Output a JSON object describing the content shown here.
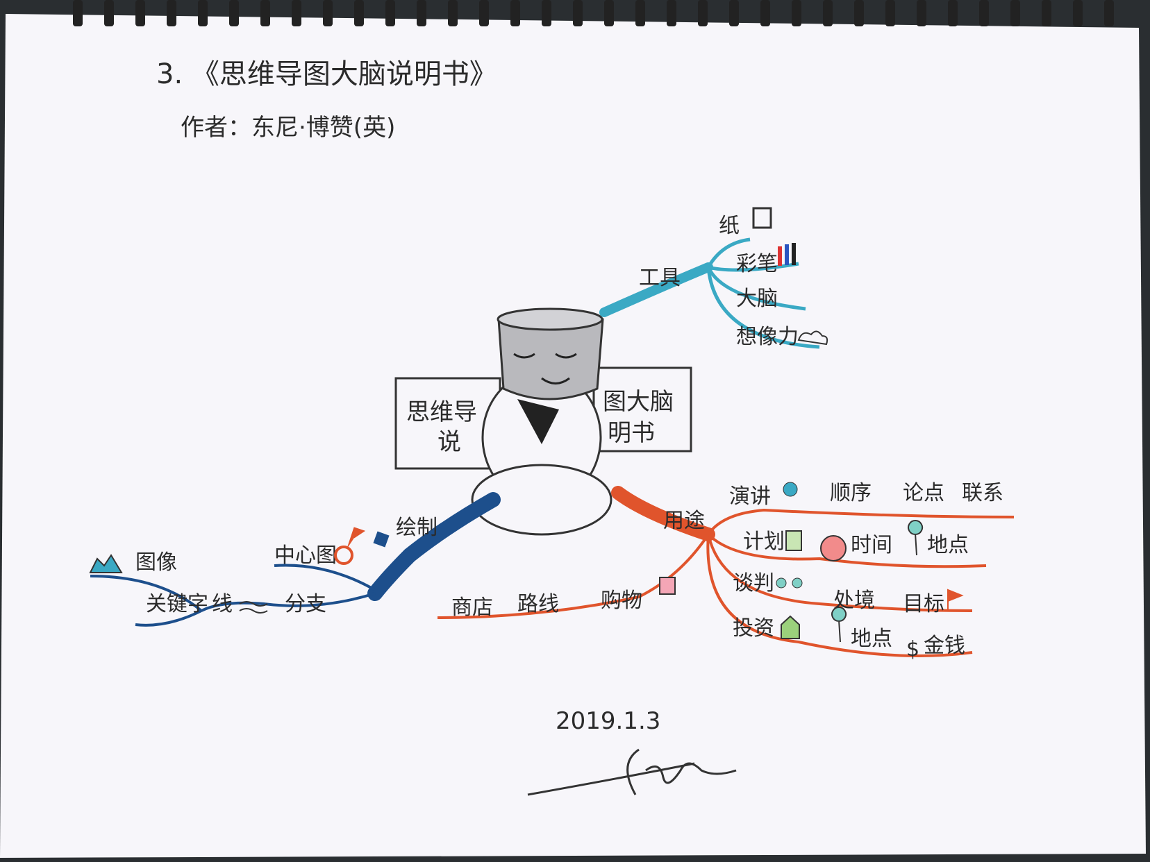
{
  "header": {
    "title": "3. 《思维导图大脑说明书》",
    "author": "作者：东尼·博赞(英)"
  },
  "center": {
    "left_sign": "思维导\n说",
    "right_sign": "图大脑\n明书",
    "left_sign_l1": "思维导",
    "left_sign_l2": "说",
    "right_sign_l1": "图大脑",
    "right_sign_l2": "明书"
  },
  "branches": {
    "tools": {
      "label": "工具",
      "items": [
        "纸",
        "彩笔",
        "大脑",
        "想像力"
      ]
    },
    "draw": {
      "label": "绘制",
      "items": [
        "中心图",
        "图像",
        "关键字",
        "线",
        "分支"
      ]
    },
    "uses": {
      "label": "用途",
      "rows": [
        [
          "演讲",
          "顺序",
          "论点",
          "联系"
        ],
        [
          "计划",
          "时间",
          "地点"
        ],
        [
          "谈判",
          "处境",
          "目标"
        ],
        [
          "投资",
          "地点",
          "金钱"
        ]
      ],
      "left_items": [
        "购物",
        "路线",
        "商店"
      ]
    }
  },
  "footer": {
    "date": "2019.1.3"
  },
  "colors": {
    "paper": "#f7f6fa",
    "tools_branch": "#3aa9c4",
    "draw_branch": "#1d4f8c",
    "uses_branch": "#e0542c",
    "ink": "#2b2b2b"
  },
  "icons": [
    "paper-square-icon",
    "colored-pens-icon",
    "brain-icon",
    "cloud-icon",
    "target-flag-icon",
    "mountain-image-icon",
    "wave-lines-icon",
    "speaker-person-icon",
    "plan-sheet-icon",
    "alarm-clock-icon",
    "location-pin-icon",
    "two-people-icon",
    "goal-flag-icon",
    "house-icon",
    "dollar-icon",
    "shopping-bag-icon"
  ]
}
